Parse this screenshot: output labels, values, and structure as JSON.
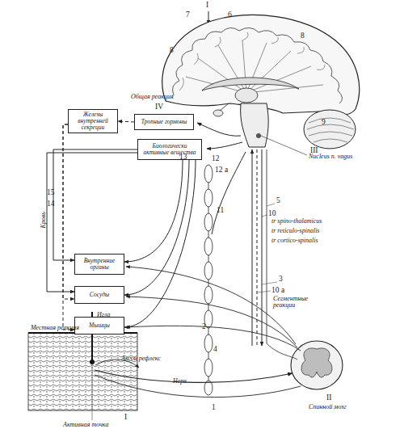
{
  "diagram": {
    "nodes": [
      {
        "text": [
          "Железы внутренней секреции"
        ]
      },
      {
        "text": [
          "Тропные гормоны"
        ]
      },
      {
        "text": [
          "Биологически активные вещества"
        ]
      },
      {
        "text": [
          "Внутренние органы"
        ]
      },
      {
        "text": [
          "Сосуды"
        ]
      },
      {
        "text": [
          "Мышцы"
        ]
      }
    ],
    "edges": [
      {
        "from": 1,
        "to": 0,
        "arrow": "to"
      },
      {
        "from": 0,
        "to": 4,
        "arrow": "to"
      },
      {
        "from": 0,
        "to": 5,
        "arrow": "to"
      },
      {
        "from": 2,
        "to": 3,
        "arrow": "to"
      },
      {
        "from": 2,
        "to": 4,
        "arrow": "to"
      },
      {
        "from": 2,
        "to": 3,
        "arrow": "to"
      },
      {
        "from": 2,
        "to": 4,
        "arrow": "to"
      },
      {
        "from": 2,
        "to": 5,
        "arrow": "to"
      }
    ],
    "labels": [
      "I",
      "7",
      "6",
      "8",
      "8",
      "Общая реакция",
      "IV",
      "9",
      "III",
      "Nucleus n. vagus",
      "13",
      "12",
      "12 a",
      "15",
      "14",
      "Кровь",
      "11",
      "5",
      "10",
      "tr spino-thalamicus",
      "tr reticulo-spinalis",
      "tr cortico-spinalis",
      "3",
      "10 a",
      "Сегментные реакции",
      "2",
      "4",
      "II",
      "Спинной мозг",
      "Игла",
      "Местная реакция",
      "Аксон рефлекс",
      "Нерв",
      "1",
      "Активная точка",
      "I"
    ]
  }
}
